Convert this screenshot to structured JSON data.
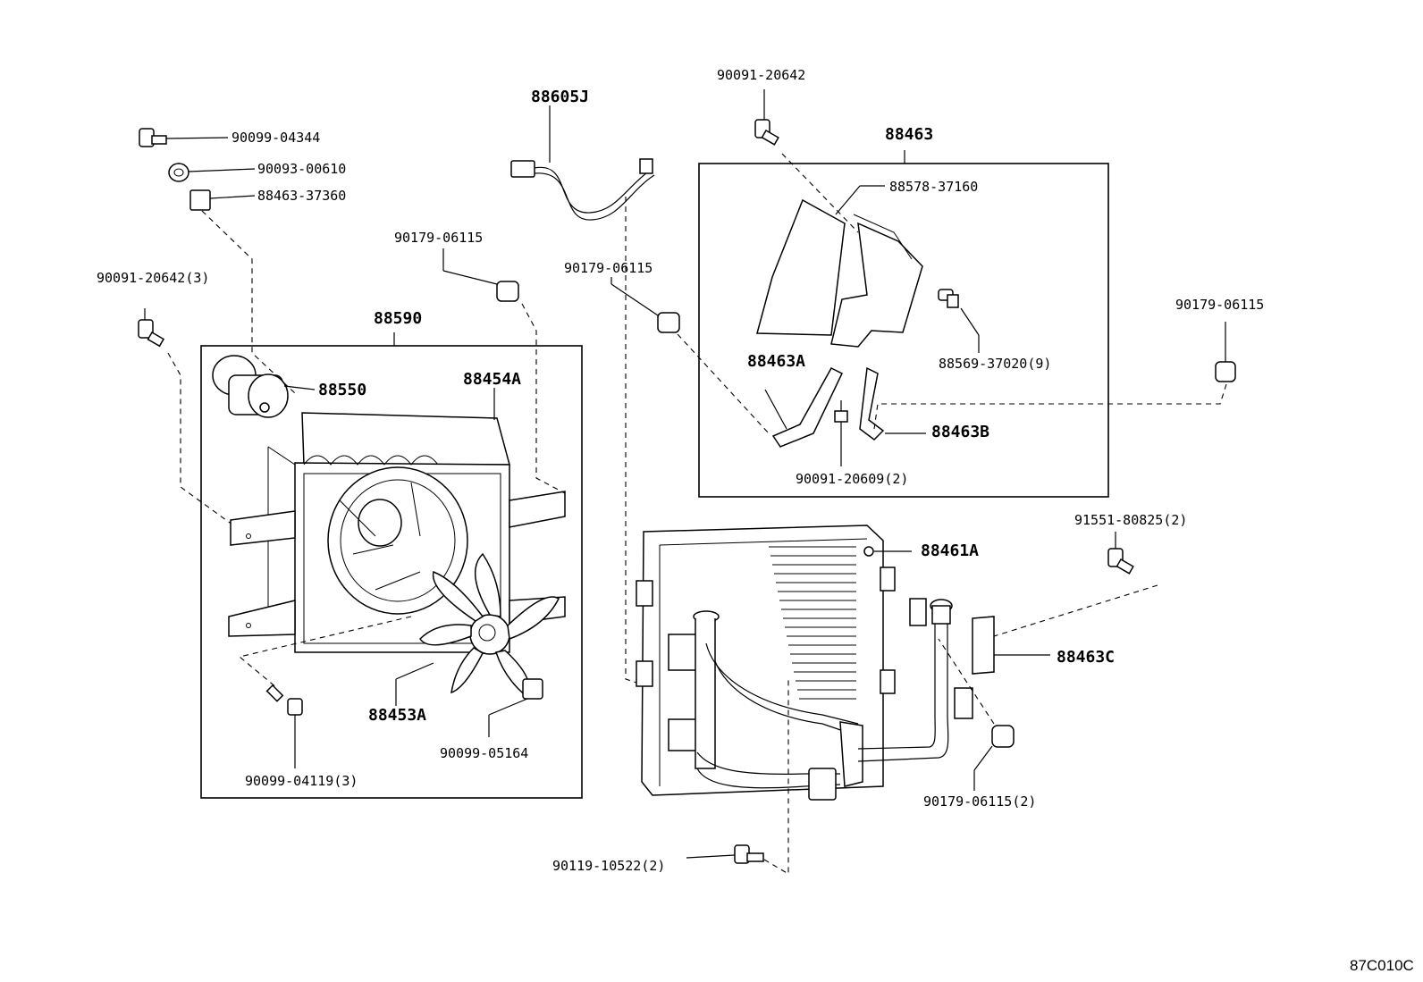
{
  "diagram": {
    "reference_code": "87C010C",
    "groups": {
      "fan_assembly": "88590",
      "bracket_set": "88463"
    },
    "labels": {
      "wire_harness": "88605J",
      "bolt_top_center": "90091-20642",
      "bolt_top_left": "90099-04344",
      "washer_top_left": "90093-00610",
      "clip_top_left": "88463-37360",
      "nut_left": "90179-06115",
      "nut_center": "90179-06115",
      "nut_right": "90179-06115",
      "bolt_left": "90091-20642(3)",
      "motor": "88550",
      "shroud": "88454A",
      "fan": "88453A",
      "bolt_fan_bottom": "90099-04119(3)",
      "bolt_fan_right": "90099-05164",
      "seal": "88578-37160",
      "clip_9": "88569-37020(9)",
      "bracket_a": "88463A",
      "bracket_b": "88463B",
      "bolt_bracket": "90091-20609(2)",
      "condenser": "88461A",
      "bolt_cond_right": "91551-80825(2)",
      "bracket_c": "88463C",
      "nut_cond_bottom": "90179-06115(2)",
      "bolt_cond_bottom": "90119-10522(2)"
    }
  }
}
